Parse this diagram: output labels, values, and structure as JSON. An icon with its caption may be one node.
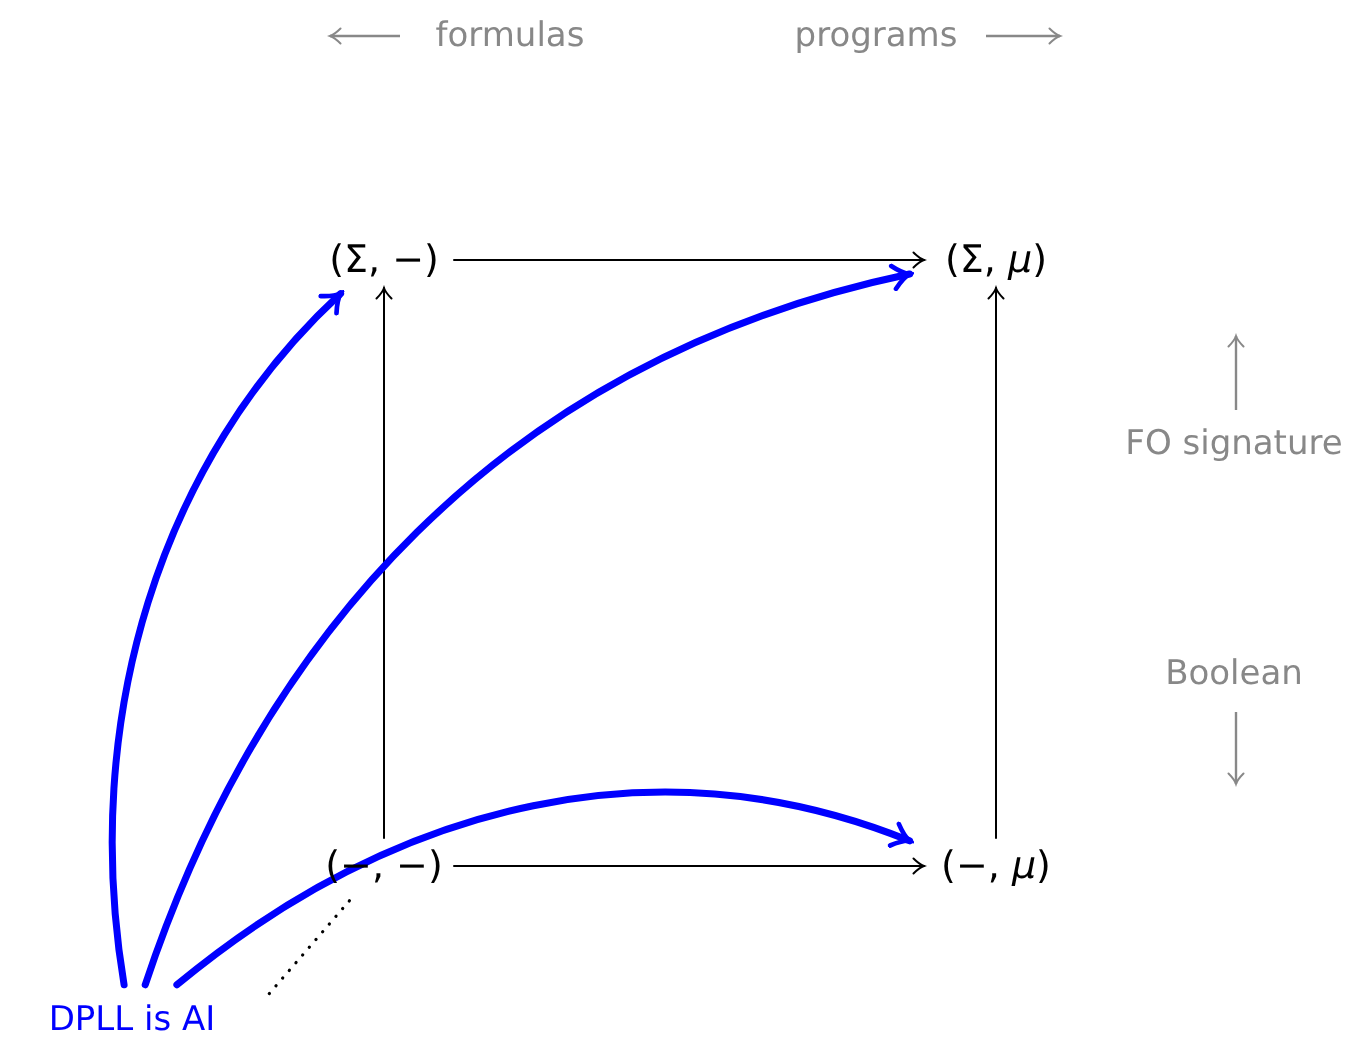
{
  "diagram": {
    "nodes": [
      {
        "text": [
          "(Σ, −)"
        ]
      },
      {
        "text": [
          "(Σ, *μ*)"
        ]
      },
      {
        "text": [
          "(−, −)"
        ]
      },
      {
        "text": [
          "(−, *μ*)"
        ]
      },
      {
        "text": [
          "DPLL is AI"
        ]
      }
    ],
    "edges": [
      {
        "from": 0,
        "to": 1,
        "arrow": "to"
      },
      {
        "from": 2,
        "to": 0,
        "arrow": "to"
      },
      {
        "from": 3,
        "to": 1,
        "arrow": "to"
      },
      {
        "from": 2,
        "to": 3,
        "arrow": "to"
      },
      {
        "from": 4,
        "to": 0,
        "arrow": "to",
        "style": "thick",
        "color": "#0000ff"
      },
      {
        "from": 4,
        "to": 1,
        "arrow": "to",
        "style": "thick",
        "color": "#0000ff"
      },
      {
        "from": 4,
        "to": 3,
        "arrow": "to",
        "style": "thick",
        "color": "#0000ff"
      },
      {
        "from": 4,
        "to": 2,
        "arrow": "none",
        "style": "dashed"
      }
    ],
    "labels": [
      "formulas",
      "programs",
      "FO signature",
      "Boolean"
    ]
  }
}
